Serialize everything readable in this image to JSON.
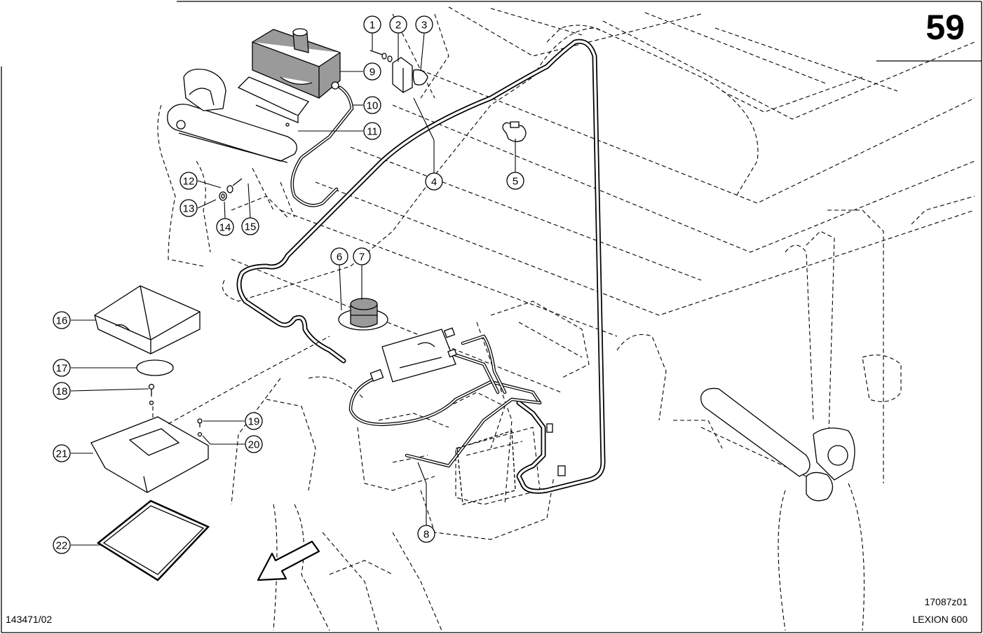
{
  "page": {
    "page_number": "59",
    "drawing_code": "17087z01",
    "model": "LEXION 600",
    "document_code": "143471/02"
  },
  "callouts": [
    {
      "id": "c1",
      "label": "1"
    },
    {
      "id": "c2",
      "label": "2"
    },
    {
      "id": "c3",
      "label": "3"
    },
    {
      "id": "c4",
      "label": "4"
    },
    {
      "id": "c5",
      "label": "5"
    },
    {
      "id": "c6",
      "label": "6"
    },
    {
      "id": "c7",
      "label": "7"
    },
    {
      "id": "c8",
      "label": "8"
    },
    {
      "id": "c9",
      "label": "9"
    },
    {
      "id": "c10",
      "label": "10"
    },
    {
      "id": "c11",
      "label": "11"
    },
    {
      "id": "c12",
      "label": "12"
    },
    {
      "id": "c13",
      "label": "13"
    },
    {
      "id": "c14",
      "label": "14"
    },
    {
      "id": "c15",
      "label": "15"
    },
    {
      "id": "c16",
      "label": "16"
    },
    {
      "id": "c17",
      "label": "17"
    },
    {
      "id": "c18",
      "label": "18"
    },
    {
      "id": "c19",
      "label": "19"
    },
    {
      "id": "c20",
      "label": "20"
    },
    {
      "id": "c21",
      "label": "21"
    },
    {
      "id": "c22",
      "label": "22"
    }
  ],
  "icons": {
    "direction_arrow": "forward-direction-arrow-icon"
  }
}
